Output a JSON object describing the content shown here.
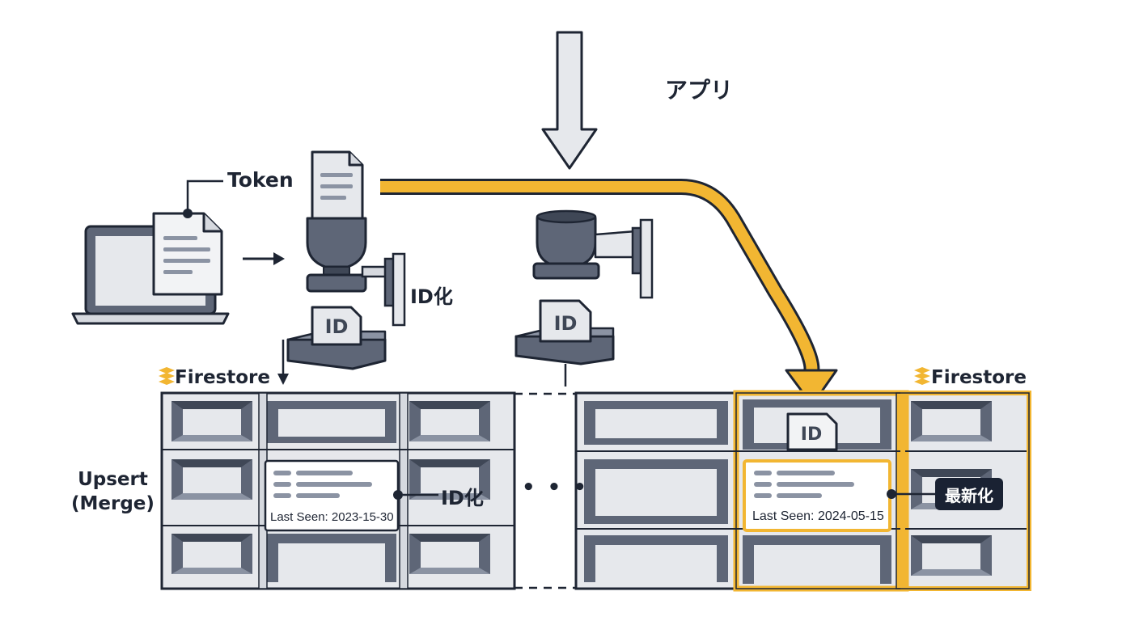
{
  "labels": {
    "app": "アプリ",
    "token": "Token",
    "id_ka_top": "ID化",
    "id_ka_mid": "ID化",
    "firestore_left": "Firestore",
    "firestore_right": "Firestore",
    "upsert": "Upsert",
    "merge": "(Merge)",
    "ellipsis": "• • •",
    "last_seen_old": "Last Seen: 2023-15-30",
    "last_seen_new": "Last Seen: 2024-05-15",
    "latest": "最新化",
    "id_badge": "ID"
  },
  "colors": {
    "ink": "#1e2533",
    "slate": "#5e6677",
    "panel": "#e6e8ec",
    "highlight": "#f2b632",
    "badge": "#1a2233"
  },
  "icons": [
    "laptop-icon",
    "document-icon",
    "stamp-icon",
    "id-card-icon",
    "firestore-icon",
    "arrow-icon"
  ]
}
